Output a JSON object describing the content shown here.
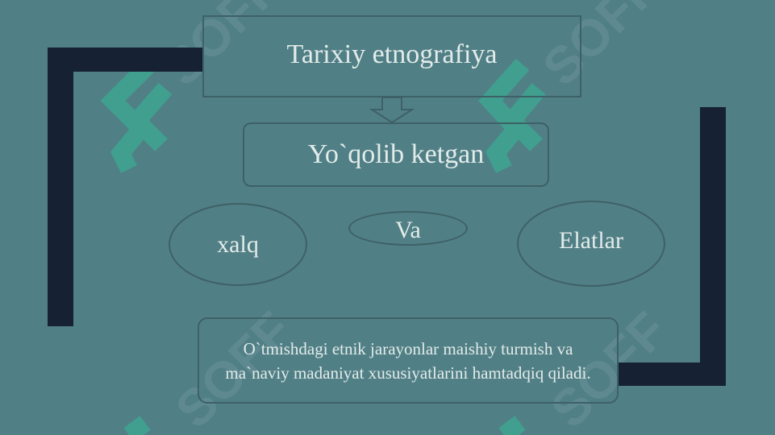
{
  "title": "Tarixiy etnografiya",
  "subtitle": "Yo`qolib ketgan",
  "nodes": {
    "left": "xalq",
    "middle": "Va",
    "right": "Elatlar"
  },
  "description": "O`tmishdagi etnik jarayonlar maishiy turmish va ma`naviy madaniyat xususiyatlarini hamtadqiq qiladi.",
  "watermark": "SOFF",
  "colors": {
    "background": "#517f86",
    "bracket": "#162233",
    "outline": "#3d6166",
    "text": "#e2ecea",
    "watermark_logo": "#3ea590"
  }
}
